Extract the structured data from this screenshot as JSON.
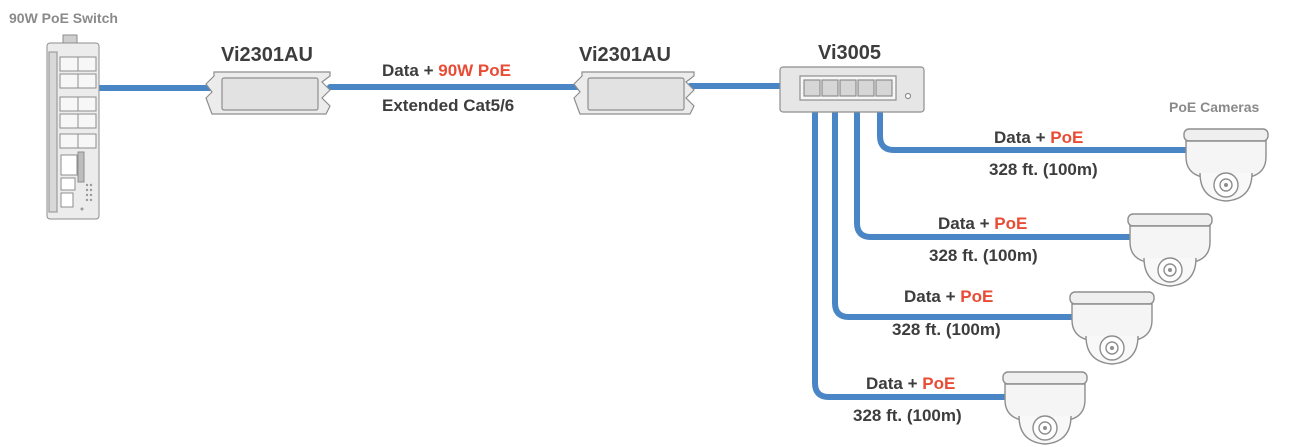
{
  "switch_label": "90W PoE Switch",
  "extender_left_label": "Vi2301AU",
  "extender_right_label": "Vi2301AU",
  "hub_label": "Vi3005",
  "cameras_label": "PoE Cameras",
  "trunk_link": {
    "prefix": "Data + ",
    "highlight": "90W PoE",
    "sub": "Extended Cat5/6"
  },
  "camera_links": [
    {
      "prefix": "Data + ",
      "highlight": "PoE",
      "distance": "328 ft. (100m)"
    },
    {
      "prefix": "Data + ",
      "highlight": "PoE",
      "distance": "328 ft. (100m)"
    },
    {
      "prefix": "Data + ",
      "highlight": "PoE",
      "distance": "328 ft. (100m)"
    },
    {
      "prefix": "Data + ",
      "highlight": "PoE",
      "distance": "328 ft. (100m)"
    }
  ],
  "colors": {
    "cable": "#4a86c5",
    "accent": "#e94b35",
    "text": "#3d3d3d",
    "muted": "#8a8a8a",
    "device": "#e2e2e2"
  },
  "icons": [
    "poe-switch-icon",
    "extender-icon",
    "switch-icon",
    "dome-camera-icon"
  ]
}
